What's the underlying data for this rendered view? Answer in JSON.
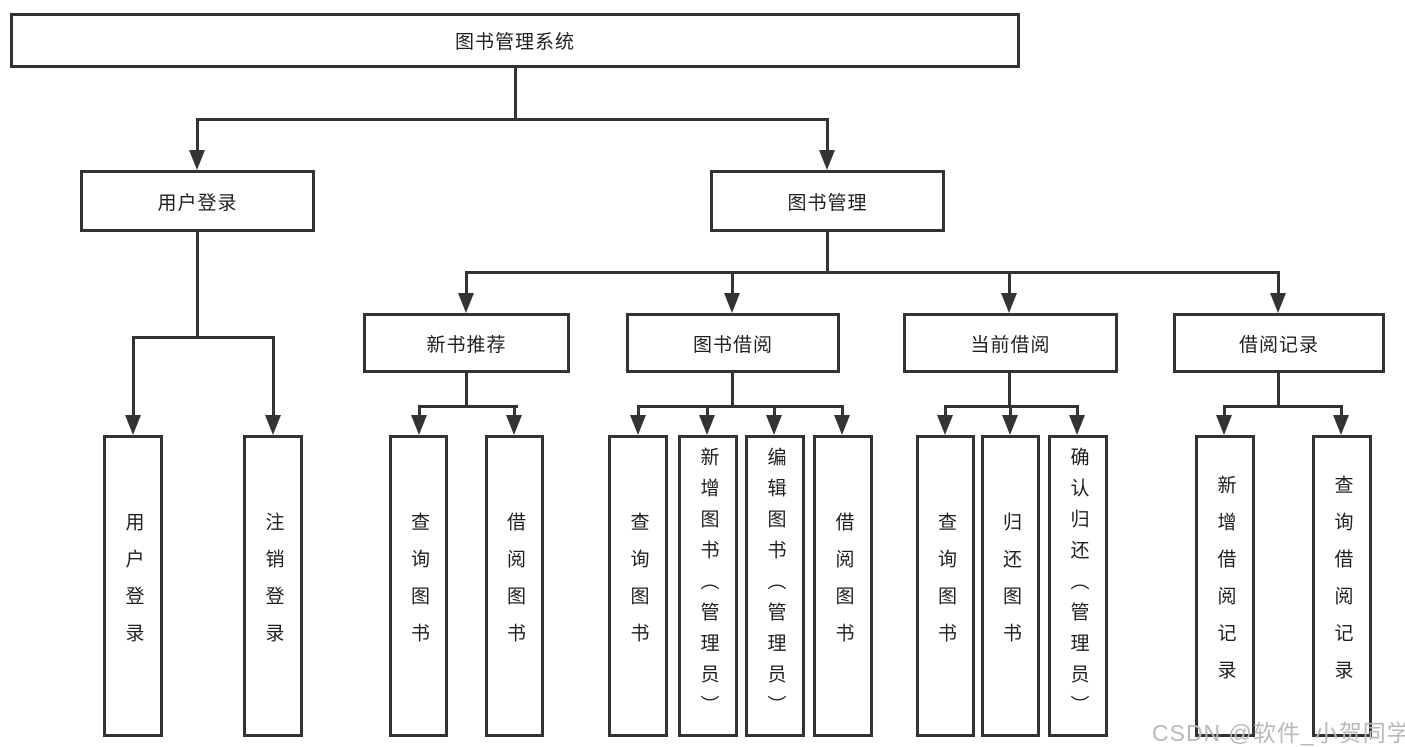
{
  "tree": {
    "root": {
      "label": "图书管理系统",
      "children": [
        {
          "label": "用户登录",
          "children": [
            {
              "label": "用户登录"
            },
            {
              "label": "注销登录"
            }
          ]
        },
        {
          "label": "图书管理",
          "children": [
            {
              "label": "新书推荐",
              "children": [
                {
                  "label": "查询图书"
                },
                {
                  "label": "借阅图书"
                }
              ]
            },
            {
              "label": "图书借阅",
              "children": [
                {
                  "label": "查询图书"
                },
                {
                  "label": "新增图书（管理员）"
                },
                {
                  "label": "编辑图书（管理员）"
                },
                {
                  "label": "借阅图书"
                }
              ]
            },
            {
              "label": "当前借阅",
              "children": [
                {
                  "label": "查询图书"
                },
                {
                  "label": "归还图书"
                },
                {
                  "label": "确认归还（管理员）"
                }
              ]
            },
            {
              "label": "借阅记录",
              "children": [
                {
                  "label": "新增借阅记录"
                },
                {
                  "label": "查询借阅记录"
                }
              ]
            }
          ]
        }
      ]
    }
  },
  "watermark": {
    "text": "CSDN @软件_小贺同学"
  },
  "colors": {
    "line": "#333333",
    "box_border": "#333333",
    "text": "#1f1f1f",
    "watermark": "#b9b9b9",
    "background": "#ffffff"
  }
}
